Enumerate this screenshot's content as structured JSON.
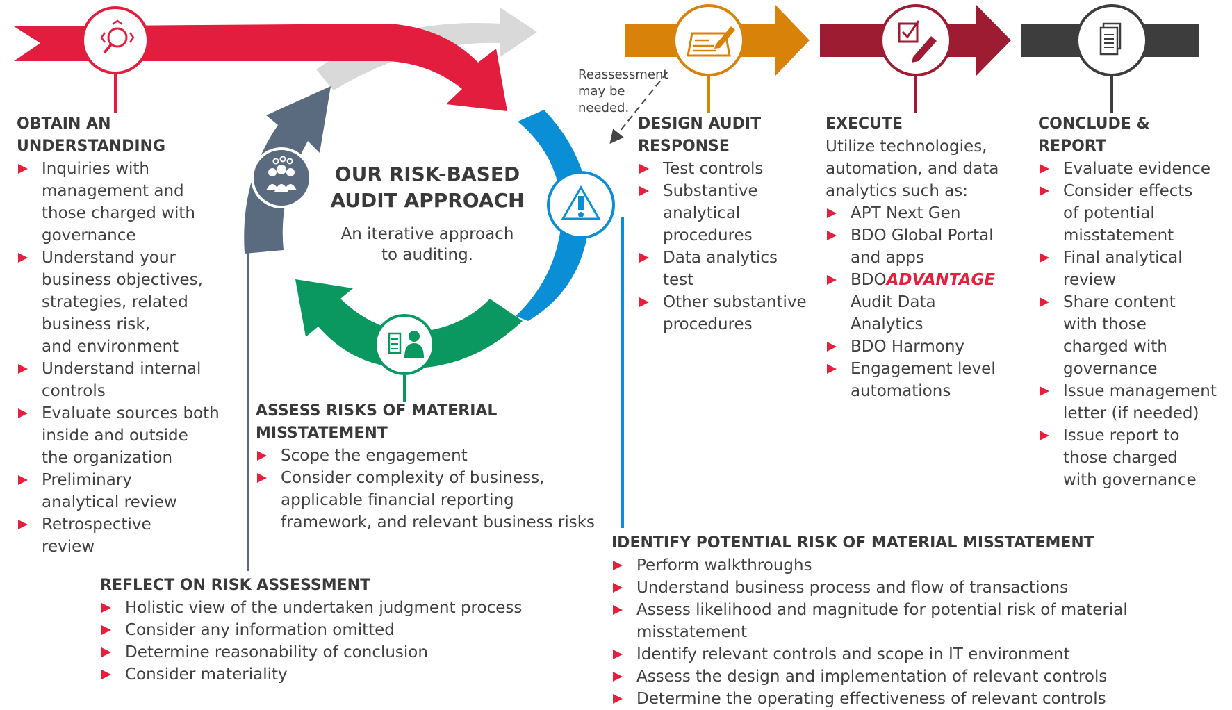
{
  "colors": {
    "red": "#e6203c",
    "gray": "#d9d9d9",
    "orange": "#d9820a",
    "maroon": "#9e1c32",
    "dark": "#3d3d3d",
    "blue": "#0a8fd6",
    "green": "#0a9860",
    "slate": "#5a6b80",
    "bullet": "#e6203c"
  },
  "icons": {
    "obtain": "search-magnifier-icon",
    "assess_team": "team-gears-icon",
    "identify": "warning-exclamation-icon",
    "assess_risk": "checklist-person-icon",
    "design": "document-pen-icon",
    "execute": "checkbox-pen-icon",
    "conclude": "report-document-icon"
  },
  "center": {
    "title_line1": "OUR RISK-BASED",
    "title_line2": "AUDIT APPROACH",
    "subtitle_line1": "An iterative approach",
    "subtitle_line2": "to auditing."
  },
  "reassessment": [
    "Reassessment",
    "may be",
    "needed."
  ],
  "obtain": {
    "title_line1": "OBTAIN AN",
    "title_line2": "UNDERSTANDING",
    "items": [
      [
        "Inquiries with",
        "management and",
        "those charged with",
        "governance"
      ],
      [
        "Understand your",
        "business objectives,",
        "strategies, related",
        "business risk,",
        "and environment"
      ],
      [
        "Understand internal",
        "controls"
      ],
      [
        "Evaluate sources both",
        "inside and outside",
        "the organization"
      ],
      [
        "Preliminary",
        "analytical review"
      ],
      [
        "Retrospective",
        "review"
      ]
    ]
  },
  "reflect": {
    "title": "REFLECT ON RISK ASSESSMENT",
    "items": [
      "Holistic view of the undertaken judgment process",
      "Consider any information omitted",
      "Determine reasonability of conclusion",
      "Consider materiality"
    ]
  },
  "assess": {
    "title_line1": "ASSESS RISKS OF MATERIAL",
    "title_line2": "MISSTATEMENT",
    "items": [
      [
        "Scope the engagement"
      ],
      [
        "Consider complexity of business,",
        "applicable financial reporting",
        "framework, and relevant business risks"
      ]
    ]
  },
  "identify": {
    "title": "IDENTIFY POTENTIAL RISK OF MATERIAL MISSTATEMENT",
    "items": [
      [
        "Perform walkthroughs"
      ],
      [
        "Understand business process and flow of transactions"
      ],
      [
        "Assess likelihood and magnitude for potential risk of material",
        "misstatement"
      ],
      [
        "Identify relevant controls and scope in IT environment"
      ],
      [
        "Assess the design and implementation of relevant controls"
      ],
      [
        "Determine the operating effectiveness of relevant controls"
      ]
    ]
  },
  "design": {
    "title_line1": "DESIGN AUDIT",
    "title_line2": "RESPONSE",
    "items": [
      [
        "Test controls"
      ],
      [
        "Substantive",
        "analytical",
        "procedures"
      ],
      [
        "Data analytics",
        "test"
      ],
      [
        "Other substantive",
        "procedures"
      ]
    ]
  },
  "execute": {
    "title": "EXECUTE",
    "intro": [
      "Utilize technologies,",
      "automation, and data",
      "analytics such as:"
    ],
    "items": [
      [
        "APT Next Gen"
      ],
      [
        "BDO Global Portal",
        "and apps"
      ],
      [
        "Audit Data",
        "Analytics"
      ],
      [
        "BDO Harmony"
      ],
      [
        "Engagement level",
        "automations"
      ]
    ],
    "advantage_prefix": "BDO",
    "advantage_word": "ADVANTAGE"
  },
  "conclude": {
    "title_line1": "CONCLUDE &",
    "title_line2": "REPORT",
    "items": [
      [
        "Evaluate evidence"
      ],
      [
        "Consider effects",
        "of potential",
        "misstatement"
      ],
      [
        "Final analytical",
        "review"
      ],
      [
        "Share content",
        "with those",
        "charged with",
        "governance"
      ],
      [
        "Issue management",
        "letter (if needed)"
      ],
      [
        "Issue report to",
        "those charged",
        "with governance"
      ]
    ]
  }
}
